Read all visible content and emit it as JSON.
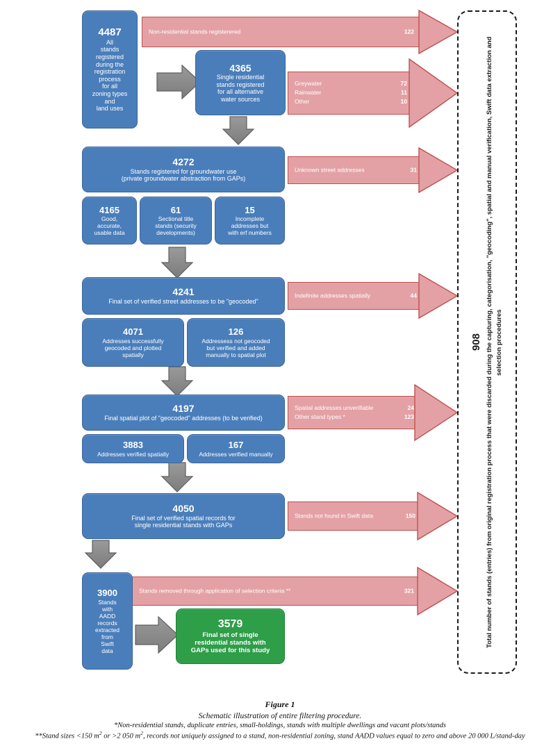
{
  "figure": {
    "number": "Figure 1",
    "subtitle": "Schematic illustration of entire filtering procedure.",
    "footnote1": "*Non-residential stands, duplicate entries, small-holdings, stands with multiple dwellings and vacant plots/stands",
    "footnote2_a": "**Stand sizes <150 m",
    "footnote2_b": " or >2 050 m",
    "footnote2_c": ", records not uniquely assigned to a stand, non-residential zoning, stand AADD values equal to zero and above 20 000 L/stand-day",
    "sup2": "2"
  },
  "colors": {
    "blue": "#4a7ebb",
    "blue_border": "#3a6498",
    "green": "#2e9e49",
    "green_border": "#23803a",
    "red_fill": "#e3a1a5",
    "red_border": "#c0504d",
    "grey_arrow": "#808080",
    "grey_arrow_border": "#5f5f5f",
    "dash_border": "#1a1a1a"
  },
  "nodes": {
    "n4487": {
      "num": "4487",
      "text": "All\nstands\nregistered\nduring the\nregistration\nprocess\nfor all\nzoning types\nand\nland uses"
    },
    "n4365": {
      "num": "4365",
      "text": "Single residential\nstands registered\nfor all alternative\nwater sources"
    },
    "n4272": {
      "num": "4272",
      "text": "Stands registered for groundwater use\n(private groundwater abstraction from GAPs)"
    },
    "n4165": {
      "num": "4165",
      "text": "Good,\naccurate,\nusable data"
    },
    "n61": {
      "num": "61",
      "text": "Sectional title\nstands (security\ndevelopments)"
    },
    "n15": {
      "num": "15",
      "text": "Incomplete\naddresses but\nwith erf numbers"
    },
    "n4241": {
      "num": "4241",
      "text": "Final set of verified street addresses to be \"geocoded\""
    },
    "n4071": {
      "num": "4071",
      "text": "Addresses successfully\ngeocoded and plotted\nspatially"
    },
    "n126": {
      "num": "126",
      "text": "Addressess not geocoded\nbut verified and added\nmanually to spatial plot"
    },
    "n4197": {
      "num": "4197",
      "text": "Final spatial plot of \"geocoded\" addresses (to be verified)"
    },
    "n3883": {
      "num": "3883",
      "text": "Addresses verified spatially"
    },
    "n167": {
      "num": "167",
      "text": "Addresses verified manually"
    },
    "n4050": {
      "num": "4050",
      "text": "Final set of verified spatial records for\nsingle residential stands with GAPs"
    },
    "n3900": {
      "num": "3900",
      "text": "Stands\nwith\nAADD\nrecords\nextracted\nfrom\nSwift\ndata"
    },
    "n3579": {
      "num": "3579",
      "text": "Final set of single\nresidential stands with\nGAPs used for this study"
    }
  },
  "loss_arrows": [
    {
      "id": "loss-nonresidential",
      "rows": [
        {
          "label": "Non-residential stands registerered",
          "value": "122"
        }
      ]
    },
    {
      "id": "loss-alt-water-sources",
      "rows": [
        {
          "label": "Greywater",
          "value": "72"
        },
        {
          "label": "Rainwater",
          "value": "11"
        },
        {
          "label": "Other",
          "value": "10"
        }
      ]
    },
    {
      "id": "loss-unknown-addresses",
      "rows": [
        {
          "label": "Unknown street addresses",
          "value": "31"
        }
      ]
    },
    {
      "id": "loss-indefinite-addresses",
      "rows": [
        {
          "label": "Indefinite addresses spatially",
          "value": "44"
        }
      ]
    },
    {
      "id": "loss-unverifiable",
      "rows": [
        {
          "label": "Spatial addresses unverifiable",
          "value": "24"
        },
        {
          "label": "Other stand types *",
          "value": "123"
        }
      ]
    },
    {
      "id": "loss-not-in-swift",
      "rows": [
        {
          "label": "Stands not found in Swift data",
          "value": "150"
        }
      ]
    },
    {
      "id": "loss-selection-criteria",
      "rows": [
        {
          "label": "Stands removed through application of selection criteria **",
          "value": "321"
        }
      ]
    }
  ],
  "discarded_panel": {
    "total": "908",
    "description": "Total number of stands (entries) from original registration process that were discarded during the capturing, categorisation, \"geocoding\", spatial and manual verification, Swift data extraction and selection procedures"
  }
}
